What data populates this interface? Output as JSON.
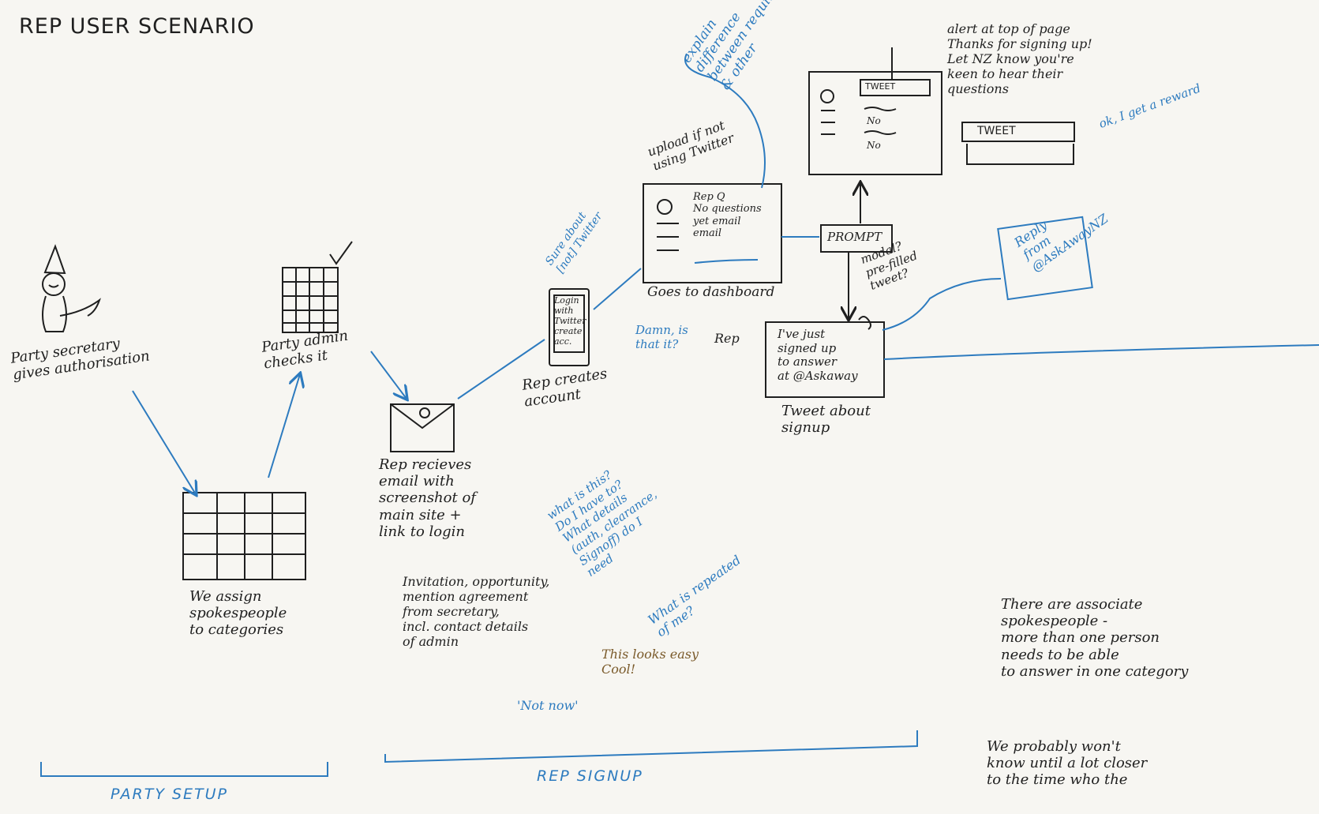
{
  "title": "REP USER SCENARIO",
  "nodes": {
    "secretary": "Party secretary\ngives authorisation",
    "assign": "We assign\nspokespeople\nto categories",
    "admin": "Party admin\nchecks it",
    "email": "Rep recieves\nemail with\nscreenshot of\nmain site +\nlink to login",
    "invitation": "Invitation, opportunity,\nmention agreement\nfrom secretary,\nincl. contact details\nof admin",
    "signup_screen_text": "Login\nwith\nTwitter\ncreate\nacc.",
    "rep_creates": "Rep creates\naccount",
    "dashboard_screen_text": "Rep Q\nNo questions\nyet email\nemail",
    "goes_dashboard": "Goes to dashboard",
    "prompt": "PROMPT",
    "tweet_box": "I've just\nsigned up\nto answer\nat @Askaway",
    "tweet_about": "Tweet about\nsignup",
    "modal_tweet_label": "TWEET",
    "modal_lines": [
      "No",
      "No"
    ],
    "rep": "Rep",
    "alert_text": "alert at top of page\nThanks for signing up!\nLet NZ know you're\nkeen to hear their\nquestions",
    "tweet_btn": "TWEET"
  },
  "annotations": {
    "upload": "upload if not\nusing Twitter",
    "explain": "explain\ndifference\nbetween required\n& other",
    "sure_twitter": "Sure about\n[not] Twitter",
    "damn": "Damn, is\nthat it?",
    "modal_q": "modal?\npre-filled\ntweet?",
    "reply": "Reply\nfrom\n@AskAwayNZ",
    "ok_reward": "ok, I get a reward",
    "what_is": "what is this?\nDo I have to?\nWhat details\n(auth, clearance,\nSignoff) do I\nneed",
    "repeated": "What is repeated\nof me?",
    "looks_easy": "This looks easy\nCool!",
    "not_now": "'Not now'"
  },
  "notes": [
    "There are associate\nspokespeople -\nmore than one person\nneeds to be able\nto answer in one category",
    "We probably won't\nknow until a lot closer\nto the time who the"
  ],
  "sections": {
    "party_setup": "PARTY SETUP",
    "rep_signup": "REP SIGNUP"
  },
  "colors": {
    "ink": "#1f1f1f",
    "blue": "#2d7bbf",
    "brown": "#7a5a2a",
    "paper": "#f7f6f2"
  }
}
